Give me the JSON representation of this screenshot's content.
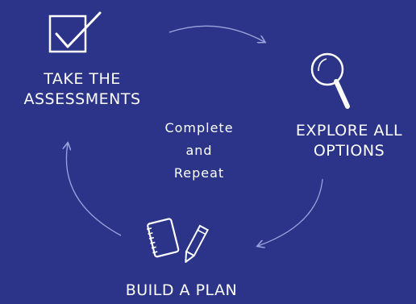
{
  "steps": [
    {
      "icon": "checkbox-check-icon",
      "line1": "TAKE THE",
      "line2": "ASSESSMENTS"
    },
    {
      "icon": "magnifying-glass-icon",
      "line1": "EXPLORE ALL",
      "line2": "OPTIONS"
    },
    {
      "icon": "notebook-pencil-icon",
      "line1": "BUILD A PLAN"
    }
  ],
  "center": {
    "line1": "Complete",
    "line2": "and",
    "line3": "Repeat"
  },
  "colors": {
    "background": "#2b3489",
    "text": "#ffffff",
    "arrow": "#9aa4dc"
  }
}
